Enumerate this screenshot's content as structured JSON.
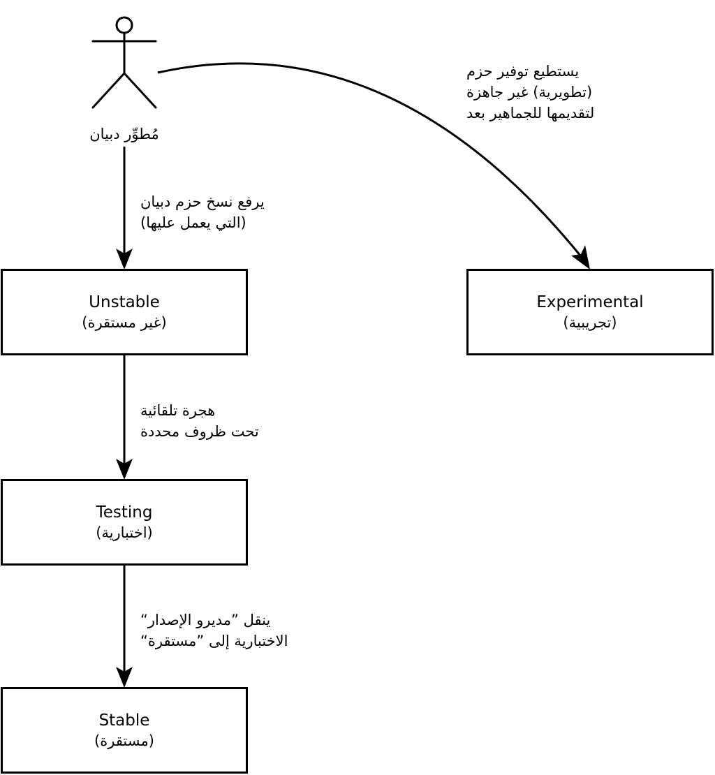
{
  "actor": {
    "name": "مُطوِّر دبيان"
  },
  "boxes": {
    "unstable": {
      "title": "Unstable",
      "subtitle": "(غير مستقرة)"
    },
    "experimental": {
      "title": "Experimental",
      "subtitle": "(تجريبية)"
    },
    "testing": {
      "title": "Testing",
      "subtitle": "(اختبارية)"
    },
    "stable": {
      "title": "Stable",
      "subtitle": "(مستقرة)"
    }
  },
  "edges": {
    "developer_to_unstable": {
      "line1": "يرفع نسخ حزم دبيان",
      "line2": "(التي يعمل عليها)"
    },
    "developer_to_experimental": {
      "line1": "يستطيع توفير حزم",
      "line2": "(تطويرية) غير جاهزة",
      "line3": "لتقديمها للجماهير بعد"
    },
    "unstable_to_testing": {
      "line1": "هجرة تلقائية",
      "line2": "تحت ظروف محددة"
    },
    "testing_to_stable": {
      "line1": "ينقل ”مديرو الإصدار“",
      "line2": "الاختبارية إلى ”مستقرة“"
    }
  }
}
